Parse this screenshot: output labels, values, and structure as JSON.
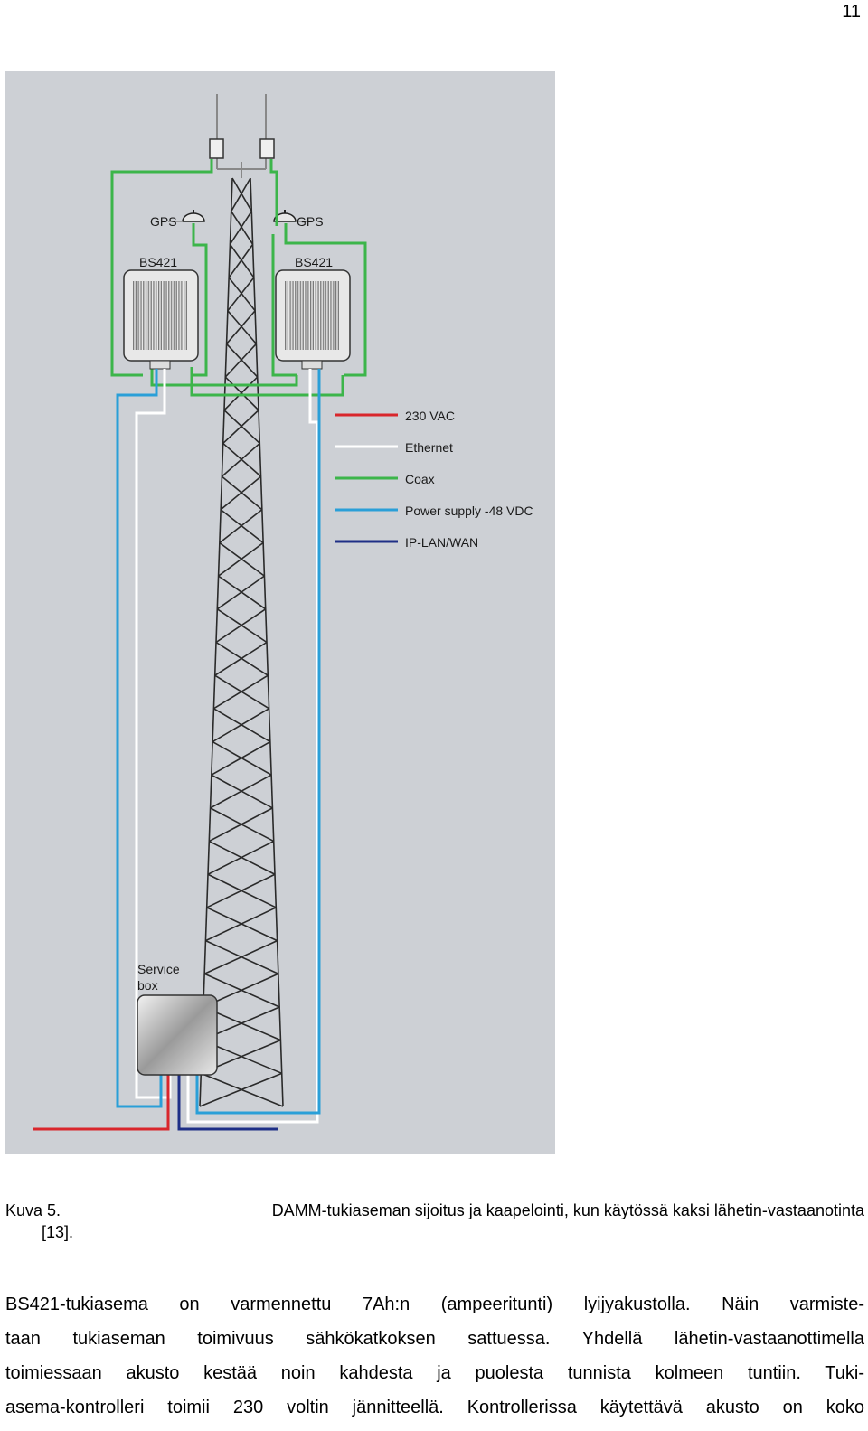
{
  "page_number": "11",
  "figure": {
    "gps_left": "GPS",
    "gps_right": "GPS",
    "bs_left": "BS421",
    "bs_right": "BS421",
    "service_box_line1": "Service",
    "service_box_line2": "box",
    "legend": [
      {
        "label": "230 VAC",
        "color": "#d9262c"
      },
      {
        "label": "Ethernet",
        "color": "#ffffff"
      },
      {
        "label": "Coax",
        "color": "#3cb54a"
      },
      {
        "label": "Power supply -48 VDC",
        "color": "#2a9fd8"
      },
      {
        "label": "IP-LAN/WAN",
        "color": "#1f2f86"
      }
    ],
    "background": "#cdd0d5"
  },
  "caption": {
    "label": "Kuva 5.",
    "text": "DAMM-tukiaseman sijoitus ja kaapelointi, kun käytössä kaksi lähetin-vastaanotinta",
    "ref": "[13]."
  },
  "body_lines": [
    "BS421-tukiasema on varmennettu 7Ah:n (ampeeritunti) lyijyakustolla. Näin varmiste-",
    "taan tukiaseman toimivuus sähkökatkoksen sattuessa. Yhdellä lähetin-vastaanottimella",
    "toimiessaan akusto kestää noin kahdesta ja puolesta tunnista kolmeen tuntiin. Tuki-",
    "asema-kontrolleri toimii 230 voltin jännitteellä. Kontrollerissa käytettävä akusto on koko"
  ]
}
